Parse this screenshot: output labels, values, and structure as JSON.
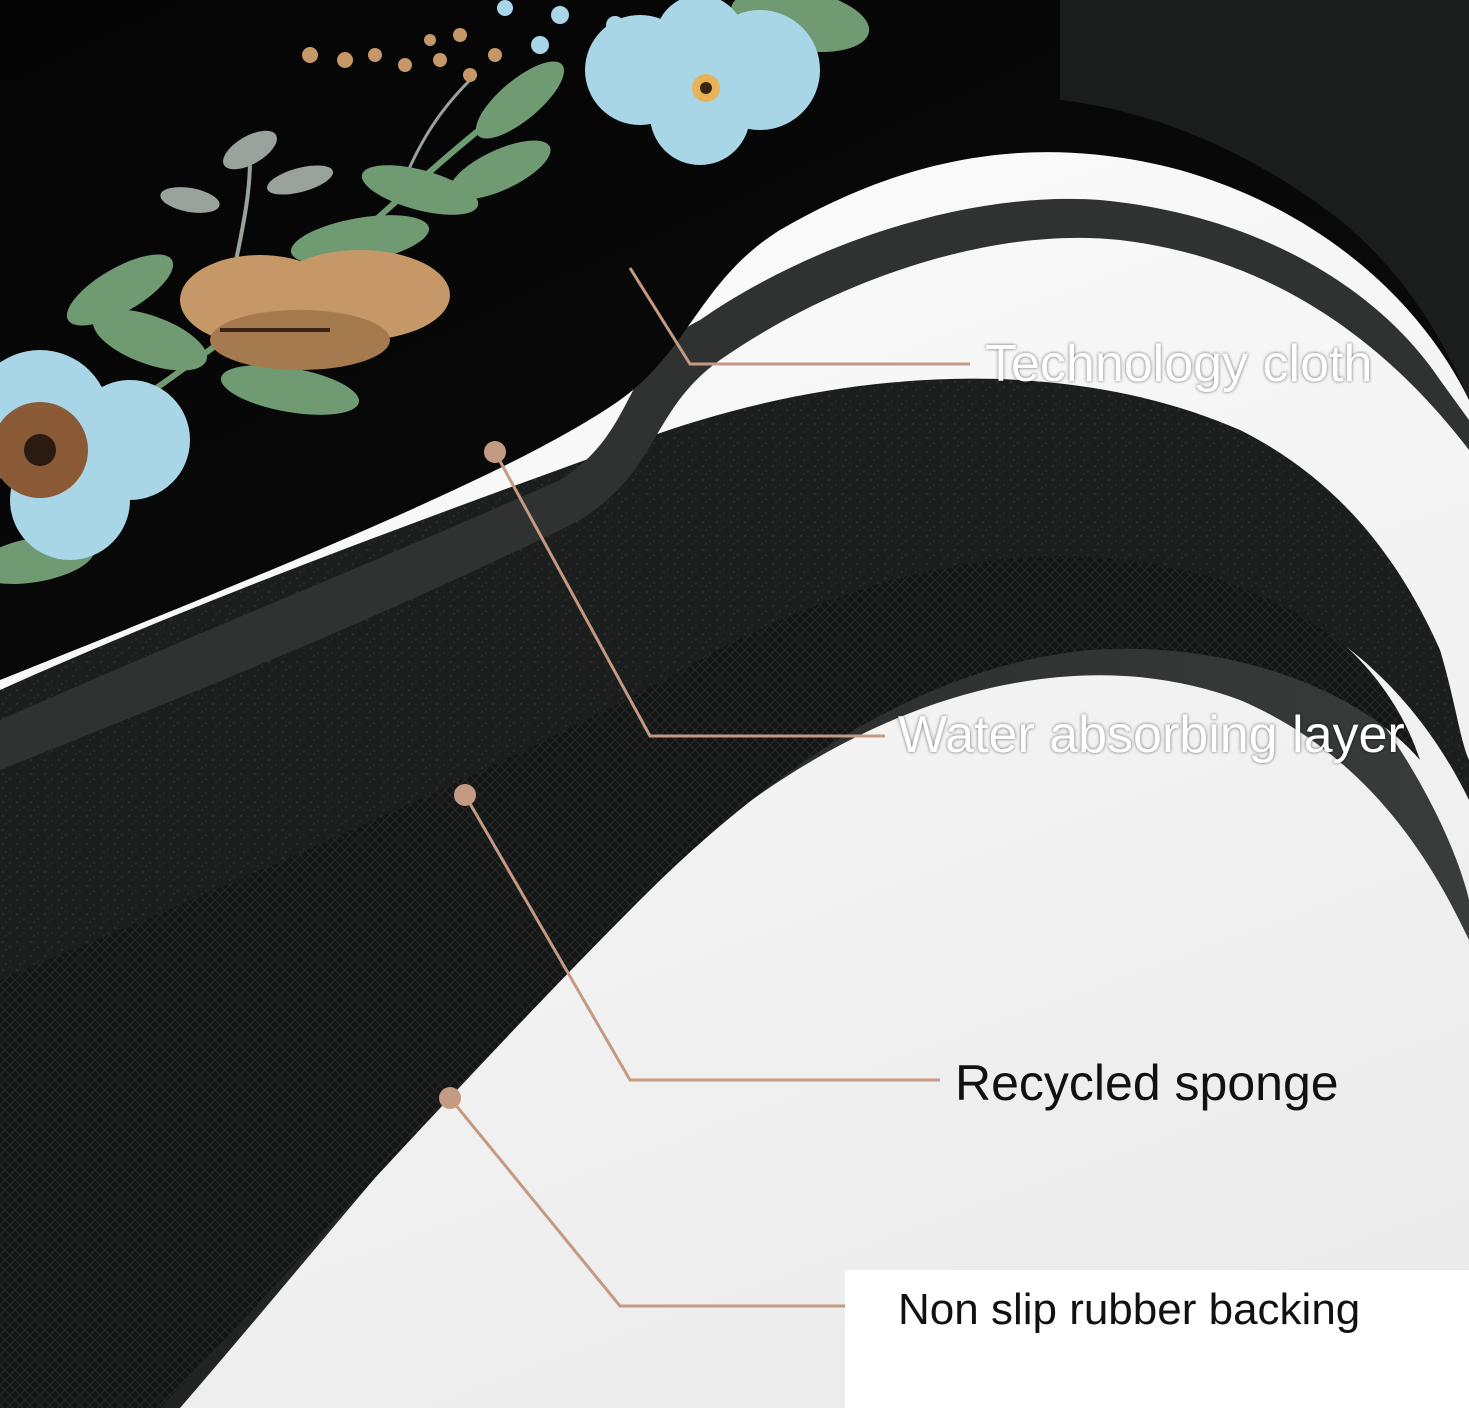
{
  "labels": {
    "technology_cloth": "Technology cloth",
    "water_absorbing_layer": "Water absorbing layer",
    "recycled_sponge": "Recycled sponge",
    "non_slip_rubber_backing": "Non slip rubber backing"
  },
  "colors": {
    "mat_top": "#050505",
    "cloth_edge": "#2d2f2f",
    "foam_layer": "#1a1a1a",
    "sponge_layer": "#111111",
    "rubber_backing": "#2a2b2b",
    "leader_line": "#c49a82",
    "leaf_green": "#6f9a72",
    "flower_blue": "#a9d6e6",
    "flower_tan": "#c79867"
  }
}
